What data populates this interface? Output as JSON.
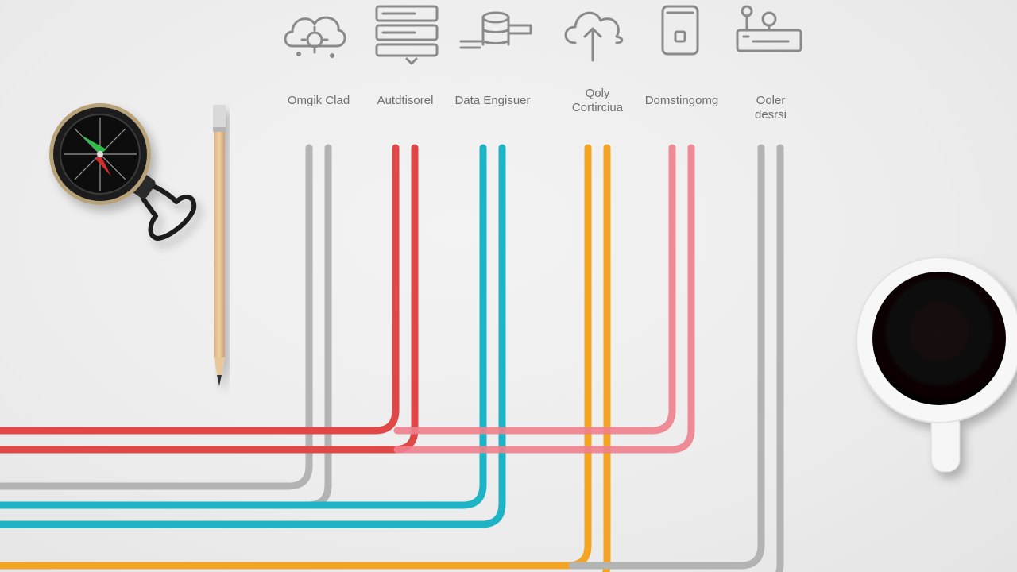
{
  "diagram": {
    "roles": [
      {
        "id": "cloud",
        "label_lines": [
          "Omgik Clad"
        ],
        "icon": "cloud-gear-icon",
        "color": "#b3b3b3"
      },
      {
        "id": "architect",
        "label_lines": [
          "Autdtisorel"
        ],
        "icon": "server-stack-icon",
        "color": "#e04848"
      },
      {
        "id": "data",
        "label_lines": [
          "Data Engisuer"
        ],
        "icon": "database-icon",
        "color": "#1fb3c6"
      },
      {
        "id": "contrib",
        "label_lines": [
          "Qoly",
          "Cortirciua"
        ],
        "icon": "cloud-upload-icon",
        "color": "#f2a524"
      },
      {
        "id": "dev",
        "label_lines": [
          "Domstingomg"
        ],
        "icon": "device-icon",
        "color": "#ee7f8c"
      },
      {
        "id": "other",
        "label_lines": [
          "Ooler",
          "desrsi"
        ],
        "icon": "network-icon",
        "color": "#b3b3b3"
      }
    ]
  },
  "decor": {
    "compass": "compass-icon",
    "pencil": "pencil-icon",
    "coffee": "coffee-cup-icon"
  }
}
